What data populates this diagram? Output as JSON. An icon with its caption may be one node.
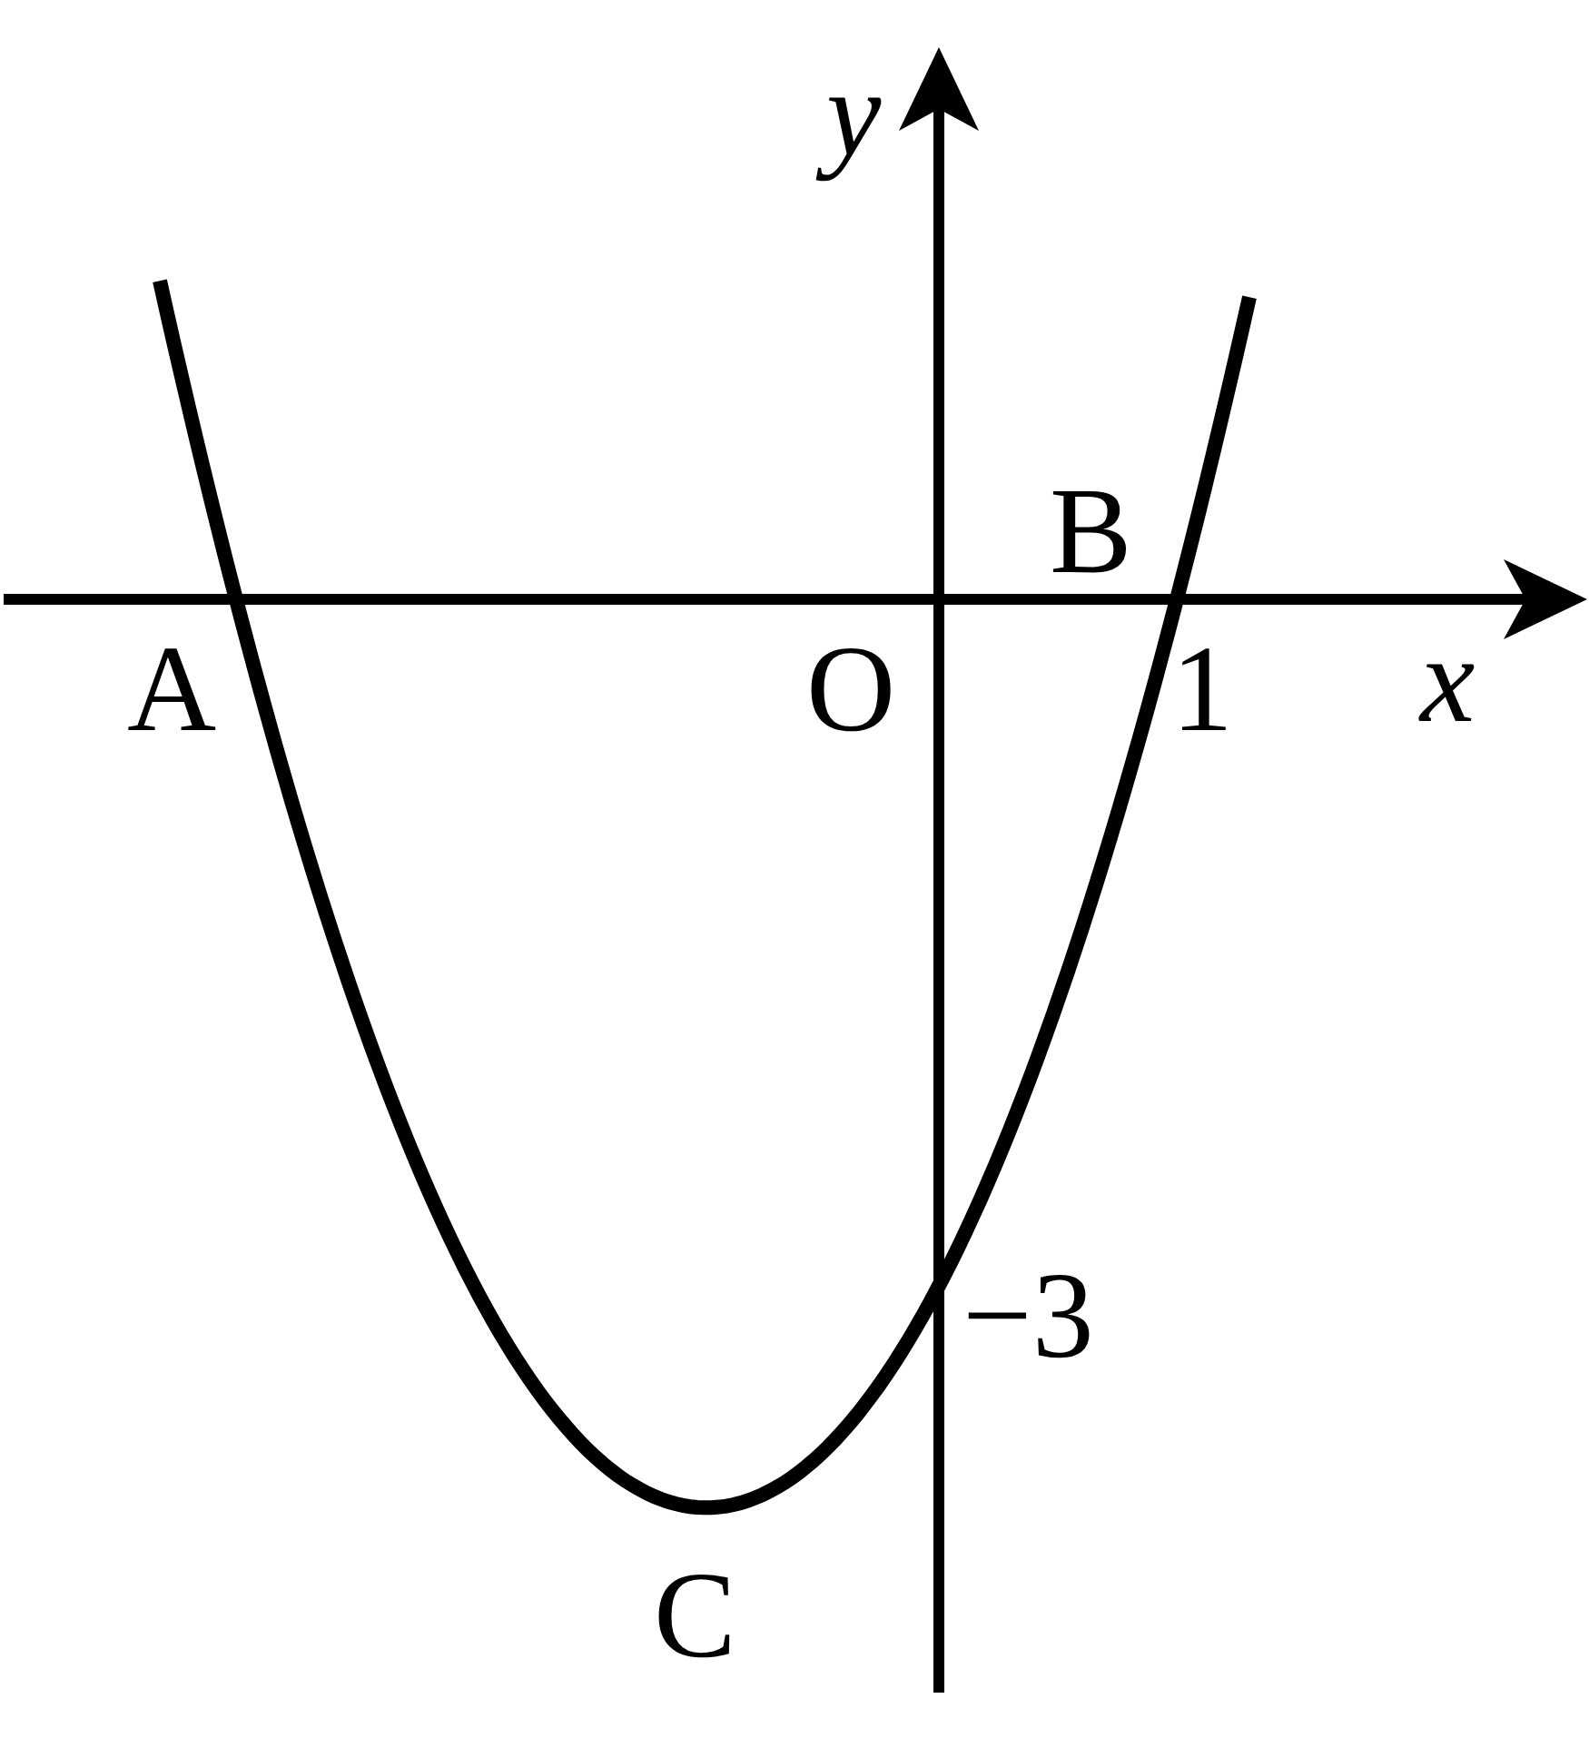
{
  "diagram": {
    "labels": [
      "y",
      "B",
      "A",
      "O",
      "1",
      "x",
      "−3",
      "C"
    ]
  }
}
